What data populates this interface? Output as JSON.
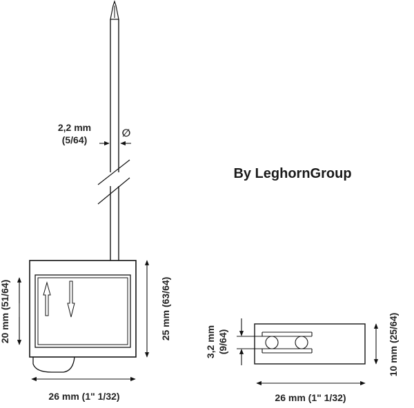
{
  "brand": "By LeghornGroup",
  "symbols": {
    "diameter": "∅"
  },
  "front_view": {
    "wire_diameter_mm": "2,2 mm",
    "wire_diameter_in": "(5/64)",
    "width_label": "26 mm (1\" 1/32)",
    "inner_height_label": "20 mm (51/64)",
    "outer_height_label": "25 mm (63/64)"
  },
  "side_view": {
    "hole_label_mm": "3,2 mm",
    "hole_label_in": "(9/64)",
    "thickness_label": "10 mm (25/64)",
    "width_label": "26 mm (1\" 1/32)"
  }
}
